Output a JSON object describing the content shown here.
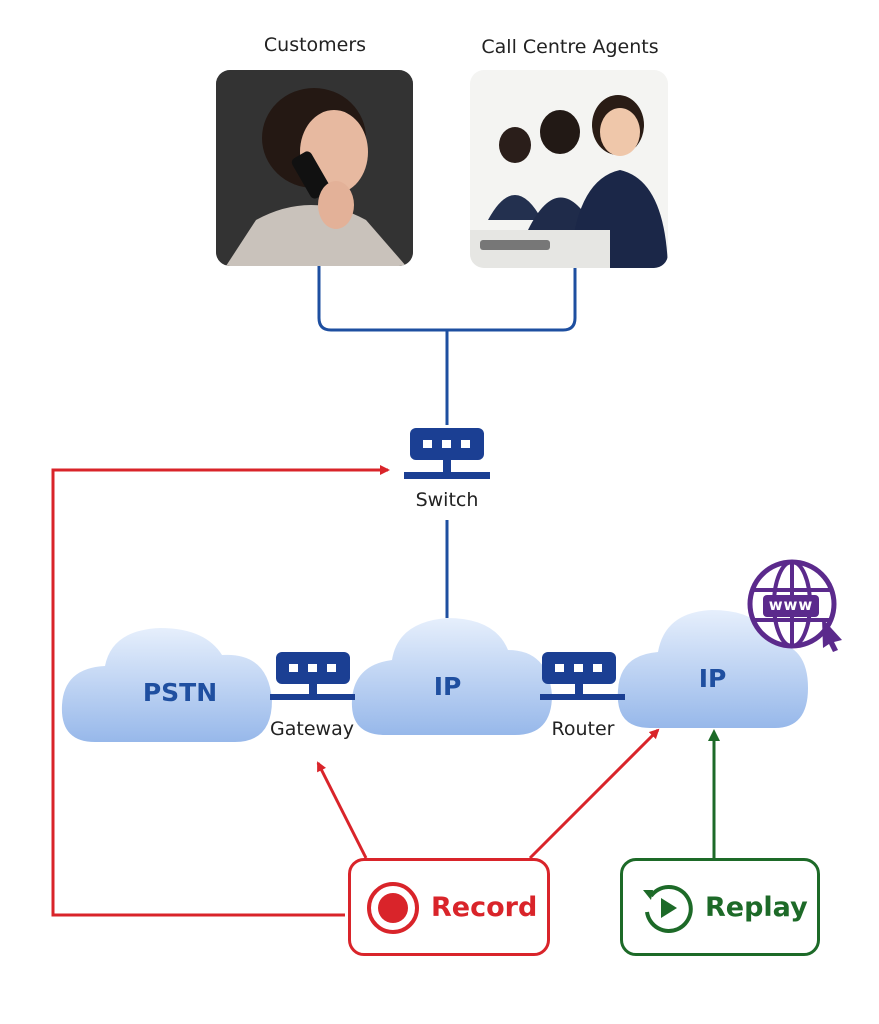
{
  "labels": {
    "customers": "Customers",
    "agents": "Call Centre Agents",
    "switch": "Switch",
    "gateway": "Gateway",
    "router": "Router"
  },
  "clouds": {
    "pstn": "PSTN",
    "ip_center": "IP",
    "ip_right": "IP"
  },
  "badges": {
    "www": "www"
  },
  "actions": {
    "record": "Record",
    "replay": "Replay"
  },
  "colors": {
    "link_blue": "#1e4fa0",
    "device_blue": "#1b3f93",
    "cloud_light": "#dbe8fb",
    "cloud_dark": "#8eb0e8",
    "record_red": "#d9242a",
    "replay_green": "#1d6a28",
    "www_purple": "#5b2a8c"
  },
  "icons": [
    "switch-icon",
    "gateway-icon",
    "router-icon",
    "www-globe-icon",
    "record-icon",
    "replay-icon"
  ]
}
